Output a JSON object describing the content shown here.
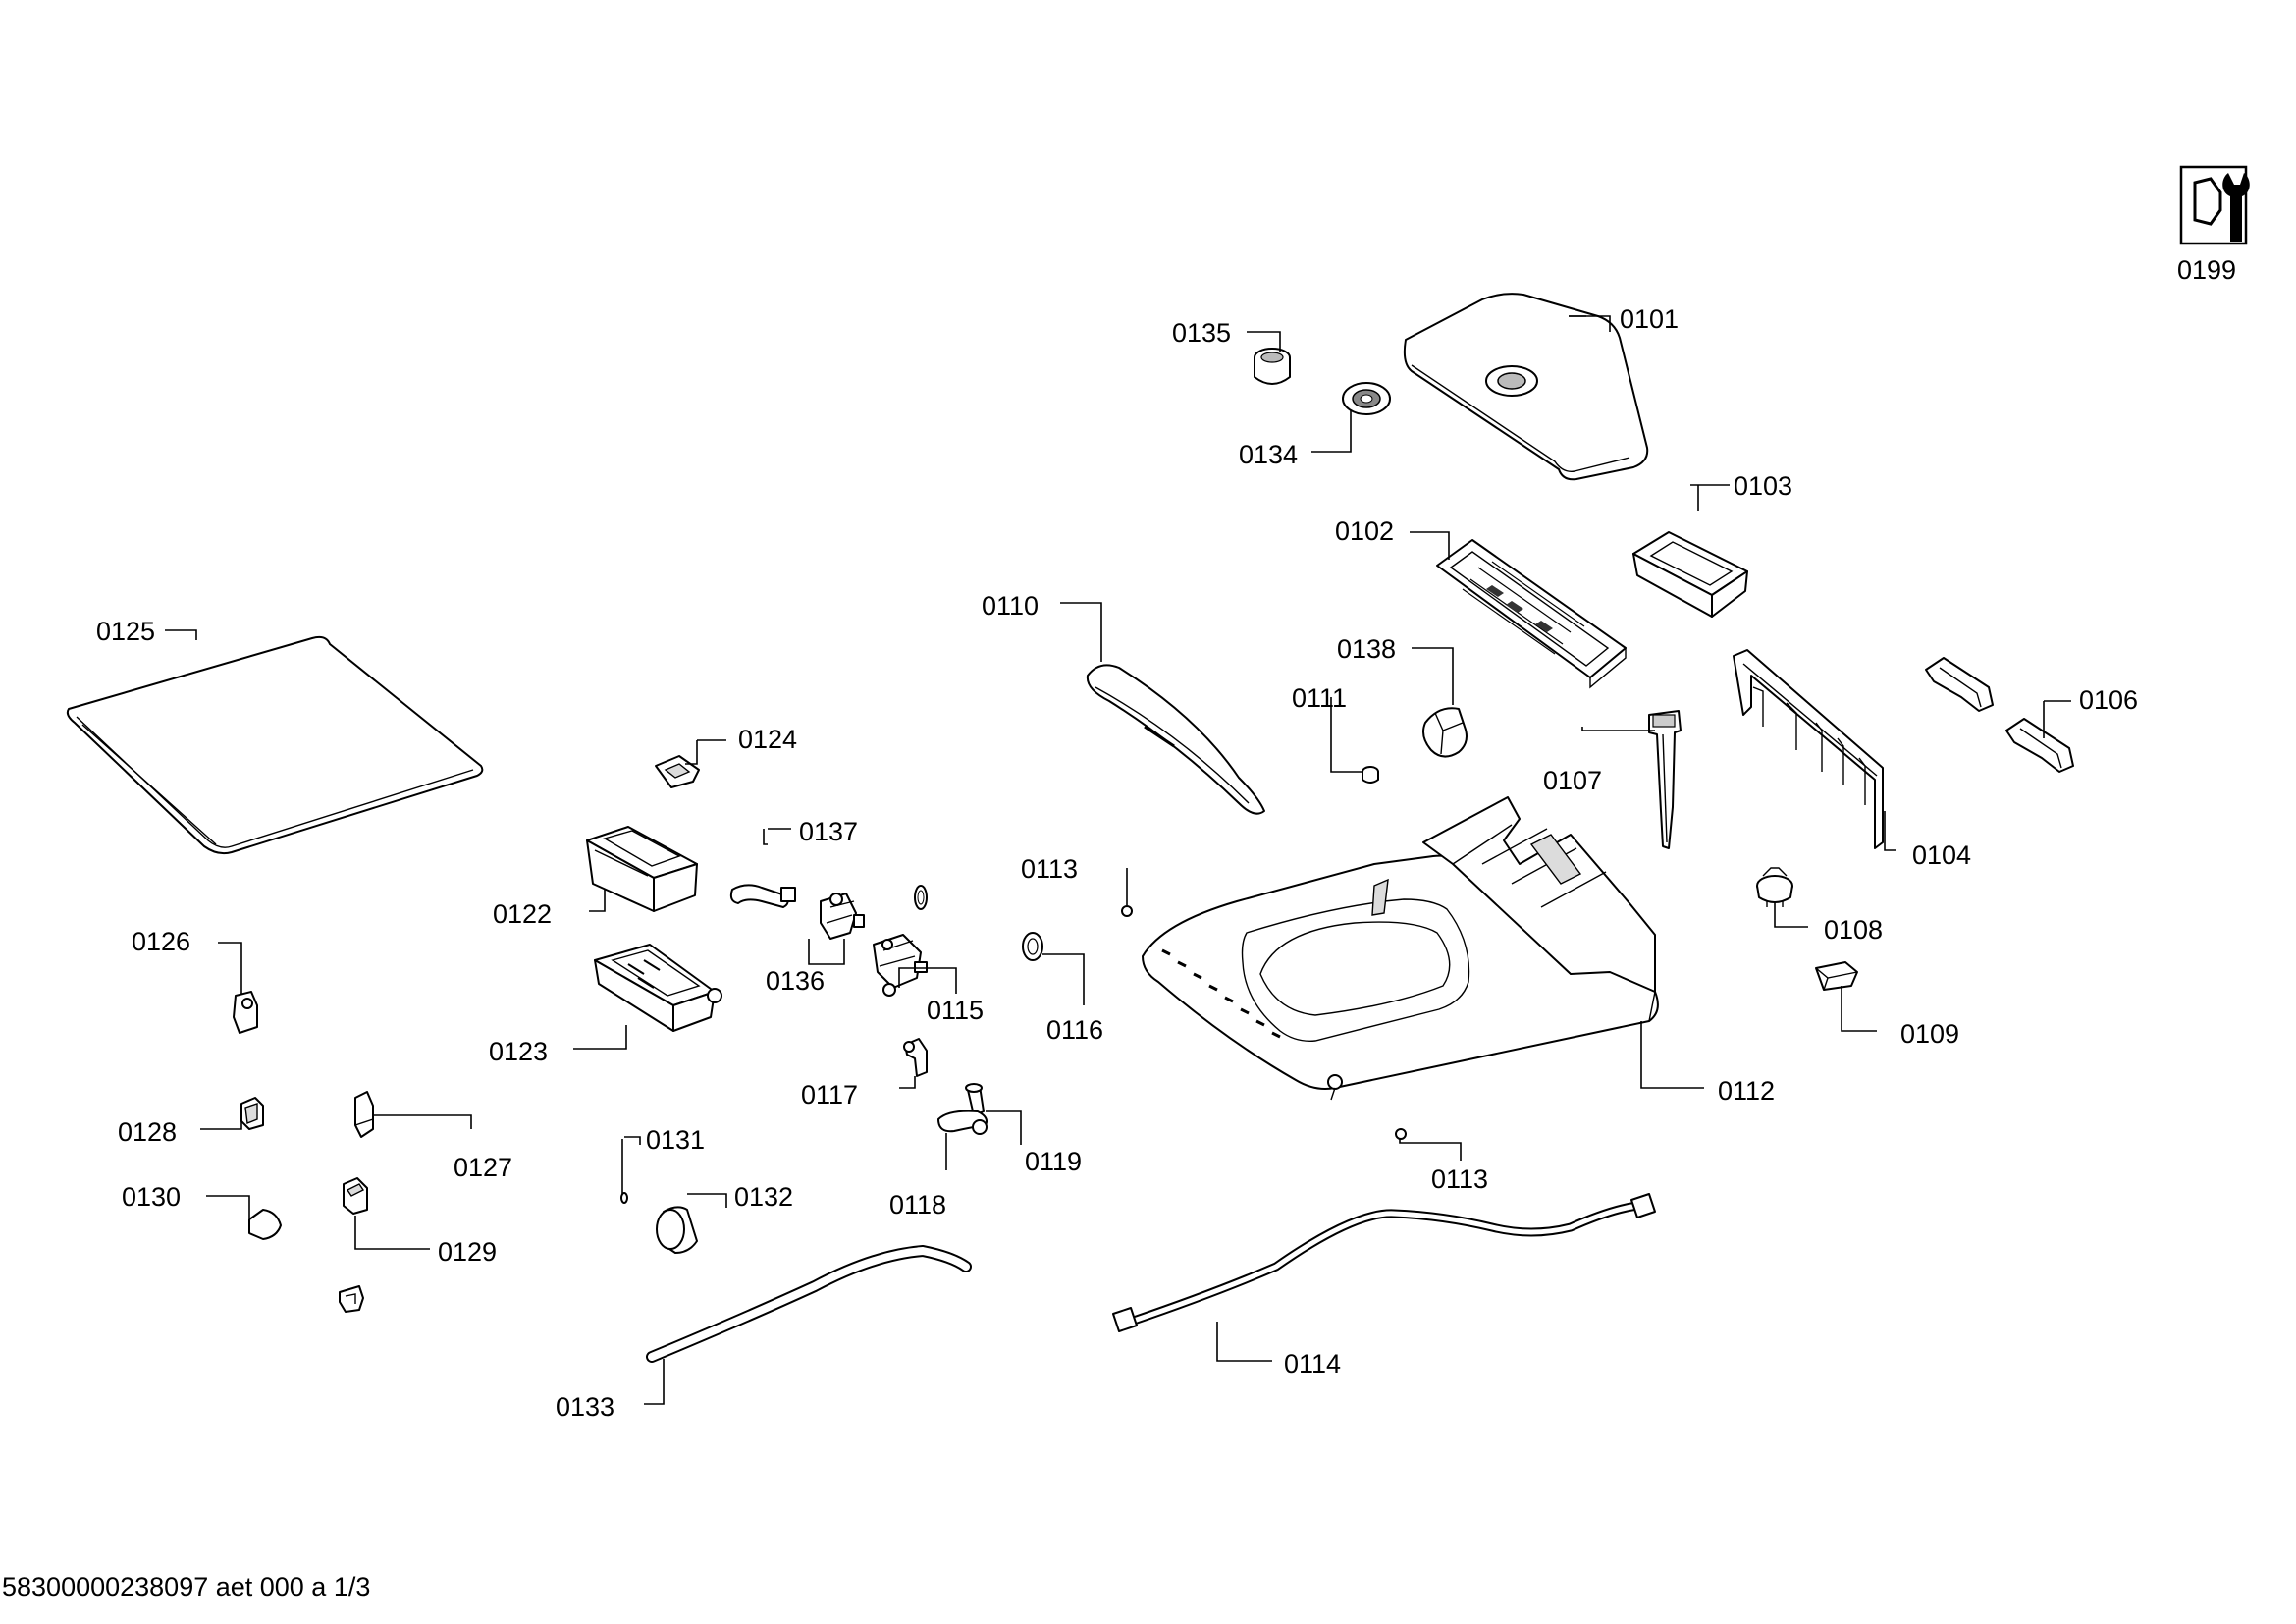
{
  "drawing": {
    "footer_text": "58300000238097 aet 000 a 1/3",
    "service_icon": "wrench-icon",
    "parts": [
      {
        "id": "p0101",
        "label": "0101"
      },
      {
        "id": "p0102",
        "label": "0102"
      },
      {
        "id": "p0103",
        "label": "0103"
      },
      {
        "id": "p0104",
        "label": "0104"
      },
      {
        "id": "p0106",
        "label": "0106"
      },
      {
        "id": "p0107",
        "label": "0107"
      },
      {
        "id": "p0108",
        "label": "0108"
      },
      {
        "id": "p0109",
        "label": "0109"
      },
      {
        "id": "p0110",
        "label": "0110"
      },
      {
        "id": "p0111",
        "label": "0111"
      },
      {
        "id": "p0112",
        "label": "0112"
      },
      {
        "id": "p0113a",
        "label": "0113"
      },
      {
        "id": "p0113b",
        "label": "0113"
      },
      {
        "id": "p0114",
        "label": "0114"
      },
      {
        "id": "p0115",
        "label": "0115"
      },
      {
        "id": "p0116",
        "label": "0116"
      },
      {
        "id": "p0117",
        "label": "0117"
      },
      {
        "id": "p0118",
        "label": "0118"
      },
      {
        "id": "p0119",
        "label": "0119"
      },
      {
        "id": "p0122",
        "label": "0122"
      },
      {
        "id": "p0123",
        "label": "0123"
      },
      {
        "id": "p0124",
        "label": "0124"
      },
      {
        "id": "p0125",
        "label": "0125"
      },
      {
        "id": "p0126",
        "label": "0126"
      },
      {
        "id": "p0127",
        "label": "0127"
      },
      {
        "id": "p0128",
        "label": "0128"
      },
      {
        "id": "p0129",
        "label": "0129"
      },
      {
        "id": "p0130",
        "label": "0130"
      },
      {
        "id": "p0131",
        "label": "0131"
      },
      {
        "id": "p0132",
        "label": "0132"
      },
      {
        "id": "p0133",
        "label": "0133"
      },
      {
        "id": "p0134",
        "label": "0134"
      },
      {
        "id": "p0135",
        "label": "0135"
      },
      {
        "id": "p0136",
        "label": "0136"
      },
      {
        "id": "p0137",
        "label": "0137"
      },
      {
        "id": "p0138",
        "label": "0138"
      },
      {
        "id": "p0199",
        "label": "0199"
      }
    ]
  }
}
